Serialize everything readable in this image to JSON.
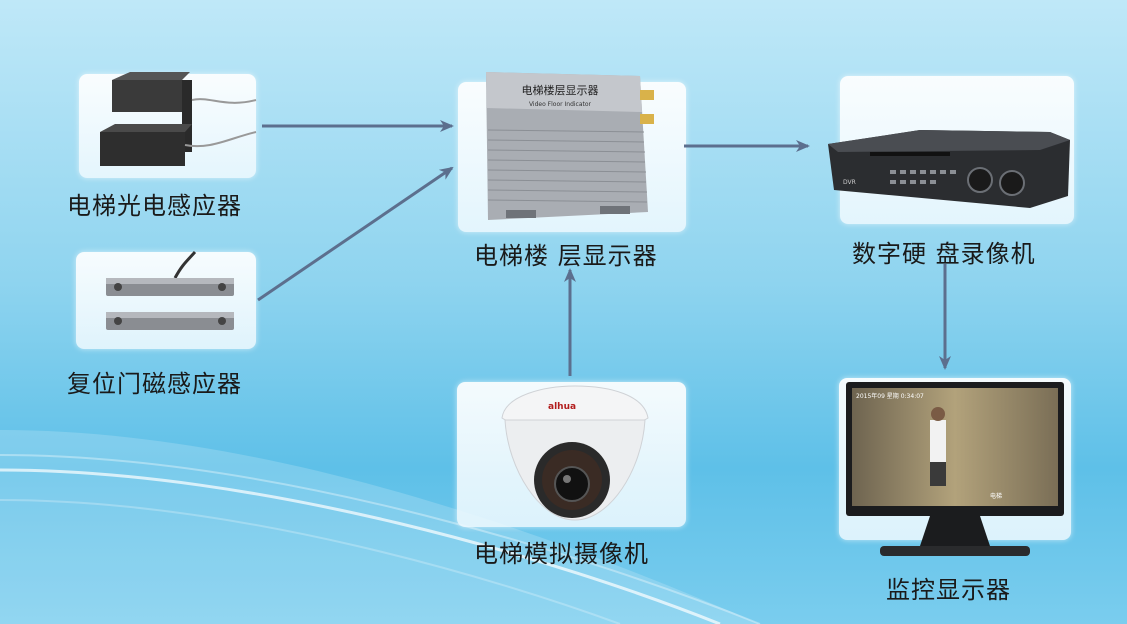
{
  "nodes": {
    "photo_sensor": {
      "label": "电梯光电感应器",
      "icon": "u-shaped-photoelectric-sensor-icon"
    },
    "door_sensor": {
      "label": "复位门磁感应器",
      "icon": "magnetic-door-contact-icon"
    },
    "floor_display": {
      "label": "电梯楼 层显示器",
      "icon": "floor-display-box-icon",
      "device_title": "电梯楼层显示器",
      "device_subtitle": "Video Floor Indicator"
    },
    "dvr": {
      "label": "数字硬 盘录像机",
      "icon": "dvr-recorder-icon",
      "badge": "DVR"
    },
    "camera": {
      "label": "电梯模拟摄像机",
      "icon": "dome-camera-icon",
      "brand": "alhua"
    },
    "monitor": {
      "label": "监控显示器",
      "icon": "monitor-icon",
      "osd_top": "2015年09  星期 0:34:07",
      "osd_bottom": "电梯"
    }
  },
  "colors": {
    "arrow": "#5c6f8e",
    "tile": "#ffffff"
  }
}
